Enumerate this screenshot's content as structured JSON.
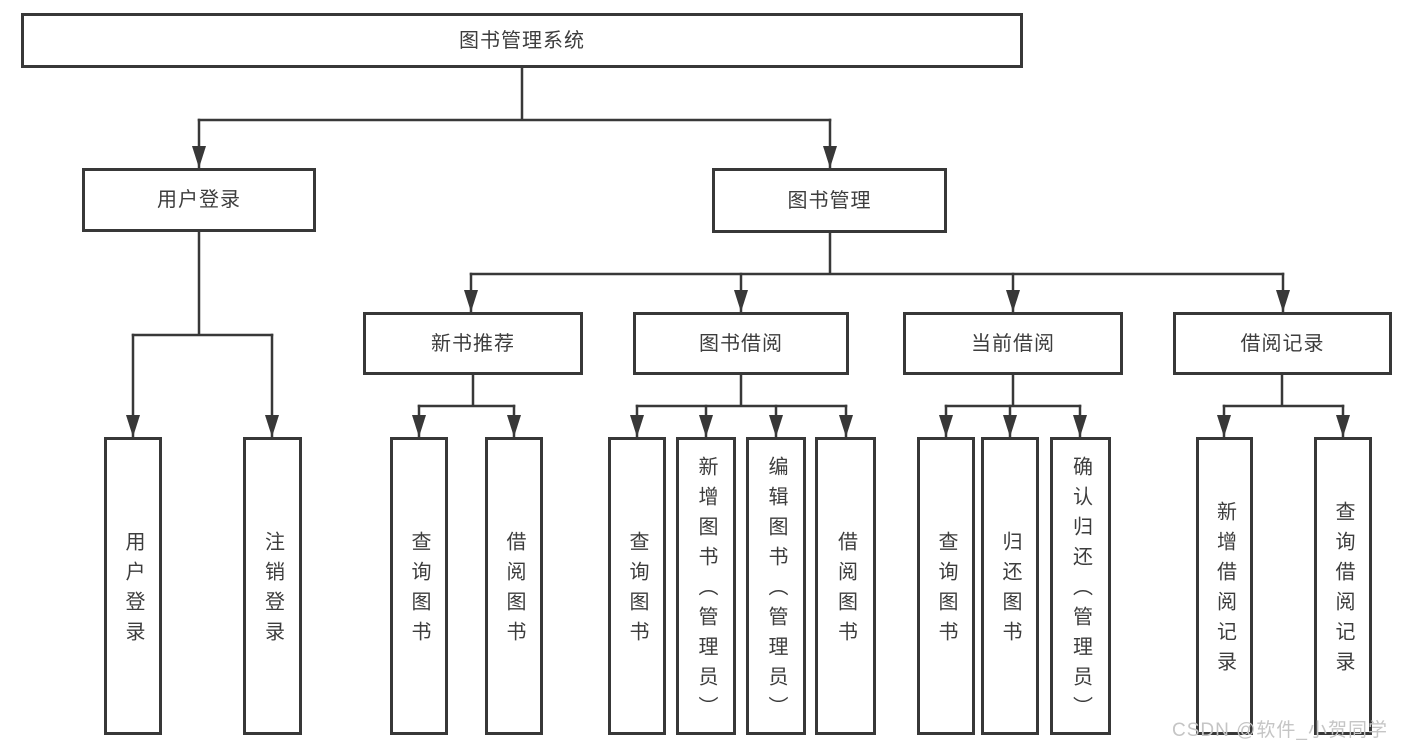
{
  "colors": {
    "line": "#383838",
    "text": "#3d3d3d",
    "background": "#ffffff",
    "watermark": "#c5c5c5"
  },
  "diagram": {
    "root": {
      "label": "图书管理系统"
    },
    "branches": [
      {
        "label": "用户登录",
        "children": [
          {
            "label": "用户登录"
          },
          {
            "label": "注销登录"
          }
        ]
      },
      {
        "label": "图书管理",
        "children": [
          {
            "label": "新书推荐",
            "children": [
              {
                "label": "查询图书"
              },
              {
                "label": "借阅图书"
              }
            ]
          },
          {
            "label": "图书借阅",
            "children": [
              {
                "label": "查询图书"
              },
              {
                "label": "新增图书（管理员）"
              },
              {
                "label": "编辑图书（管理员）"
              },
              {
                "label": "借阅图书"
              }
            ]
          },
          {
            "label": "当前借阅",
            "children": [
              {
                "label": "查询图书"
              },
              {
                "label": "归还图书"
              },
              {
                "label": "确认归还（管理员）"
              }
            ]
          },
          {
            "label": "借阅记录",
            "children": [
              {
                "label": "新增借阅记录"
              },
              {
                "label": "查询借阅记录"
              }
            ]
          }
        ]
      }
    ]
  },
  "watermark": {
    "text": "CSDN @软件_小贺同学"
  }
}
